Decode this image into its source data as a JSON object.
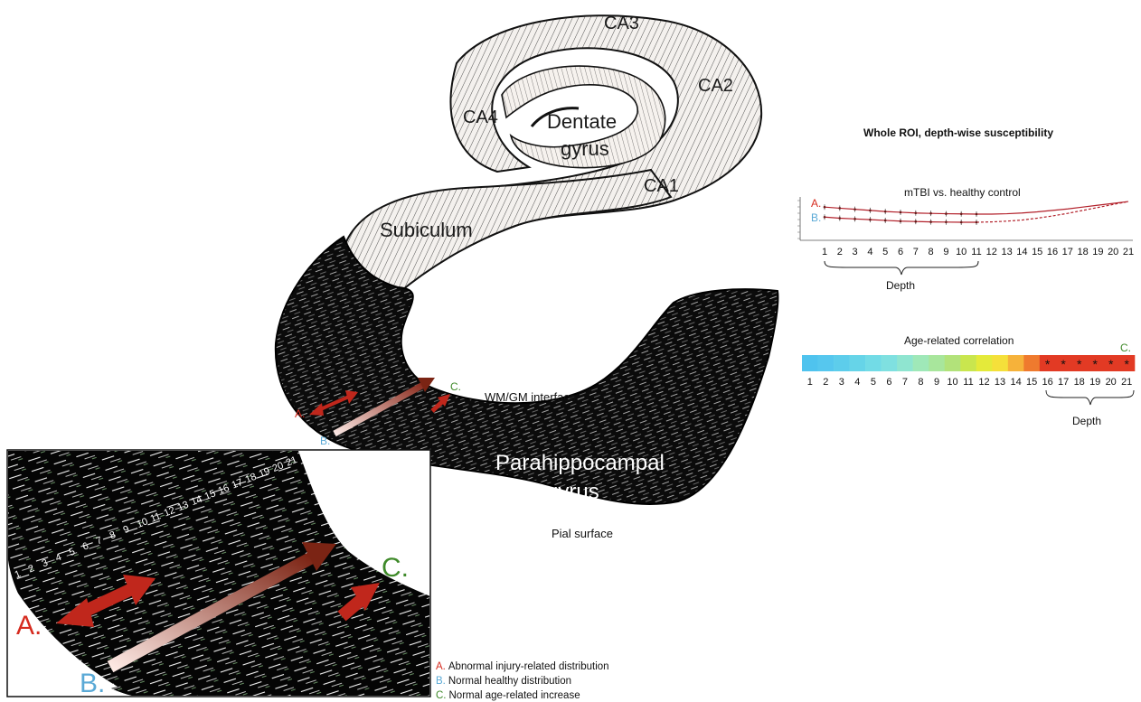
{
  "anatomy": {
    "ca3": "CA3",
    "ca2": "CA2",
    "ca4": "CA4",
    "ca1": "CA1",
    "dentate_line1": "Dentate",
    "dentate_line2": "gyrus",
    "subiculum": "Subiculum",
    "wm_gm_interface": "WM/GM interface",
    "parahippocampal_line1": "Parahippocampal",
    "parahippocampal_line2": "gyrus",
    "pial_surface": "Pial surface",
    "marker_a": "A.",
    "marker_b": "B.",
    "marker_c": "C."
  },
  "inset": {
    "depth_numbers": [
      "1",
      "2",
      "3",
      "4",
      "5",
      "6",
      "7",
      "8",
      "9",
      "10",
      "11",
      "12",
      "13",
      "14",
      "15",
      "16",
      "17",
      "18",
      "19",
      "20",
      "21"
    ],
    "marker_a": "A.",
    "marker_b": "B.",
    "marker_c": "C."
  },
  "legend": {
    "items": [
      {
        "letter": "A.",
        "text": "Abnormal injury-related distribution",
        "color": "#d62b1f"
      },
      {
        "letter": "B.",
        "text": "Normal healthy distribution",
        "color": "#5aa9d6"
      },
      {
        "letter": "C.",
        "text": "Normal age-related increase",
        "color": "#3f8a2a"
      }
    ]
  },
  "right_panel": {
    "title": "Whole ROI, depth-wise susceptibility",
    "line_chart": {
      "subtitle": "mTBI vs. healthy control",
      "label_a": "A.",
      "label_b": "B.",
      "xlabel": "Depth"
    },
    "heatmap": {
      "title": "Age-related correlation",
      "label_c": "C.",
      "xlabel": "Depth",
      "asterisk": "*"
    }
  },
  "colors": {
    "red": "#d62b1f",
    "blue": "#5aa9d6",
    "green": "#3f8a2a",
    "arrow_dark_red": "#c0271c",
    "line_red": "#b2202a"
  },
  "chart_data": [
    {
      "type": "line",
      "title": "mTBI vs. healthy control",
      "xlabel": "Depth",
      "x": [
        1,
        2,
        3,
        4,
        5,
        6,
        7,
        8,
        9,
        10,
        11,
        12,
        13,
        14,
        15,
        16,
        17,
        18,
        19,
        20,
        21
      ],
      "series": [
        {
          "name": "A.",
          "values": [
            0.8,
            0.77,
            0.74,
            0.71,
            0.68,
            0.66,
            0.64,
            0.63,
            0.62,
            0.615,
            0.61,
            0.61,
            0.62,
            0.64,
            0.67,
            0.71,
            0.75,
            0.8,
            0.85,
            0.9,
            0.95
          ]
        },
        {
          "name": "B.",
          "values": [
            0.53,
            0.5,
            0.48,
            0.46,
            0.44,
            0.42,
            0.41,
            0.4,
            0.395,
            0.39,
            0.39,
            0.4,
            0.42,
            0.45,
            0.5,
            0.56,
            0.63,
            0.71,
            0.79,
            0.87,
            0.95
          ]
        }
      ],
      "solid_through_depth": 11,
      "ylim": [
        0,
        1
      ],
      "grid": false
    },
    {
      "type": "heatmap",
      "title": "Age-related correlation",
      "xlabel": "Depth",
      "categories": [
        "1",
        "2",
        "3",
        "4",
        "5",
        "6",
        "7",
        "8",
        "9",
        "10",
        "11",
        "12",
        "13",
        "14",
        "15",
        "16",
        "17",
        "18",
        "19",
        "20",
        "21"
      ],
      "values": [
        0.03,
        0.07,
        0.11,
        0.15,
        0.2,
        0.25,
        0.3,
        0.35,
        0.4,
        0.45,
        0.52,
        0.58,
        0.64,
        0.7,
        0.76,
        1,
        1,
        1,
        1,
        1,
        1
      ],
      "significant": [
        16,
        17,
        18,
        19,
        20,
        21
      ],
      "colors": [
        "#4fc3ee",
        "#56c7ee",
        "#5dcdeb",
        "#66d4e8",
        "#72dbe6",
        "#7fe0e0",
        "#8fe5d0",
        "#9fe8b8",
        "#a8e69c",
        "#b2e27a",
        "#c9e64e",
        "#e4ea3a",
        "#f5e03a",
        "#f6b23a",
        "#ef7a2e",
        "#e23a24",
        "#e23a24",
        "#e23a24",
        "#e23a24",
        "#e23a24",
        "#e23a24"
      ]
    }
  ]
}
